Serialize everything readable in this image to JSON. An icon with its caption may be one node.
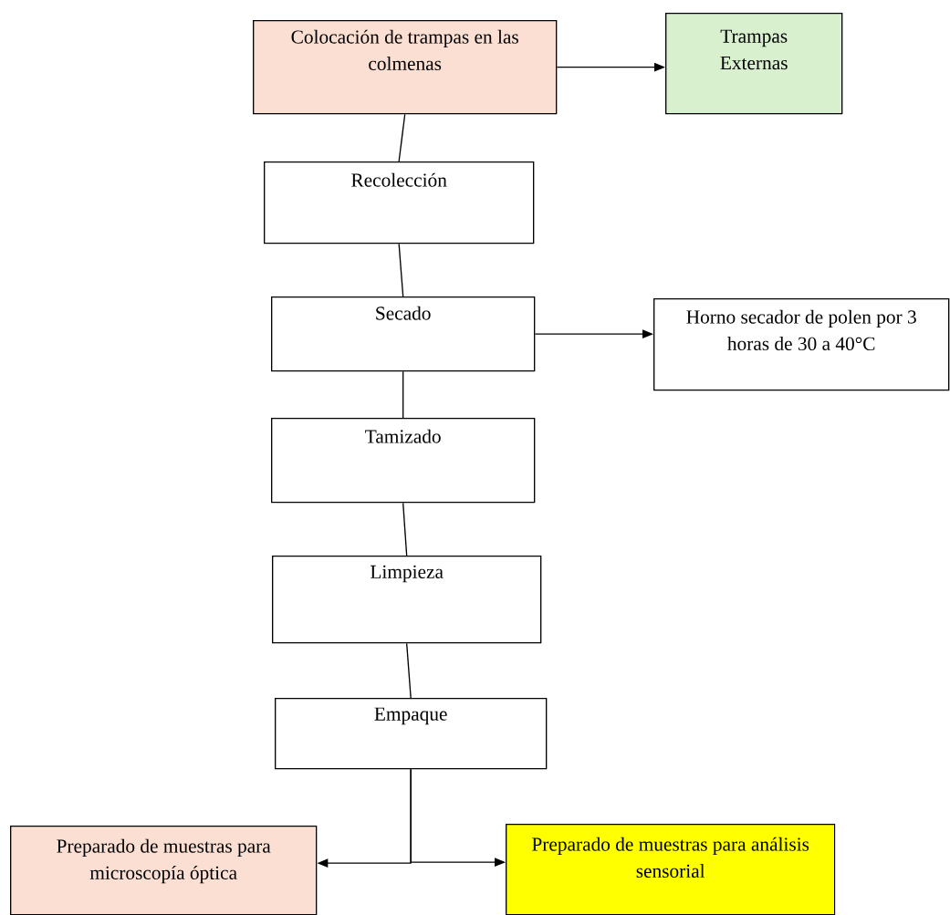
{
  "diagram": {
    "nodes": [
      {
        "text": [
          "Colocación de trampas en las colmenas"
        ]
      },
      {
        "text": [
          "Trampas Externas"
        ]
      },
      {
        "text": [
          "Recolección"
        ]
      },
      {
        "text": [
          "Secado"
        ]
      },
      {
        "text": [
          "Horno secador de polen por 3 horas de 30 a 40°C"
        ]
      },
      {
        "text": [
          "Tamizado"
        ]
      },
      {
        "text": [
          "Limpieza"
        ]
      },
      {
        "text": [
          "Empaque"
        ]
      },
      {
        "text": [
          "Preparado de muestras para microscopía óptica"
        ]
      },
      {
        "text": [
          "Preparado de muestras para análisis sensorial"
        ]
      }
    ],
    "edges": [
      {
        "from": 0,
        "to": 1,
        "arrow": "to"
      },
      {
        "from": 0,
        "to": 2,
        "arrow": "none"
      },
      {
        "from": 2,
        "to": 3,
        "arrow": "none"
      },
      {
        "from": 3,
        "to": 4,
        "arrow": "to"
      },
      {
        "from": 3,
        "to": 5,
        "arrow": "none"
      },
      {
        "from": 5,
        "to": 6,
        "arrow": "none"
      },
      {
        "from": 6,
        "to": 7,
        "arrow": "none"
      },
      {
        "from": 7,
        "to": 8,
        "arrow": "to"
      },
      {
        "from": 7,
        "to": 9,
        "arrow": "to"
      }
    ]
  }
}
